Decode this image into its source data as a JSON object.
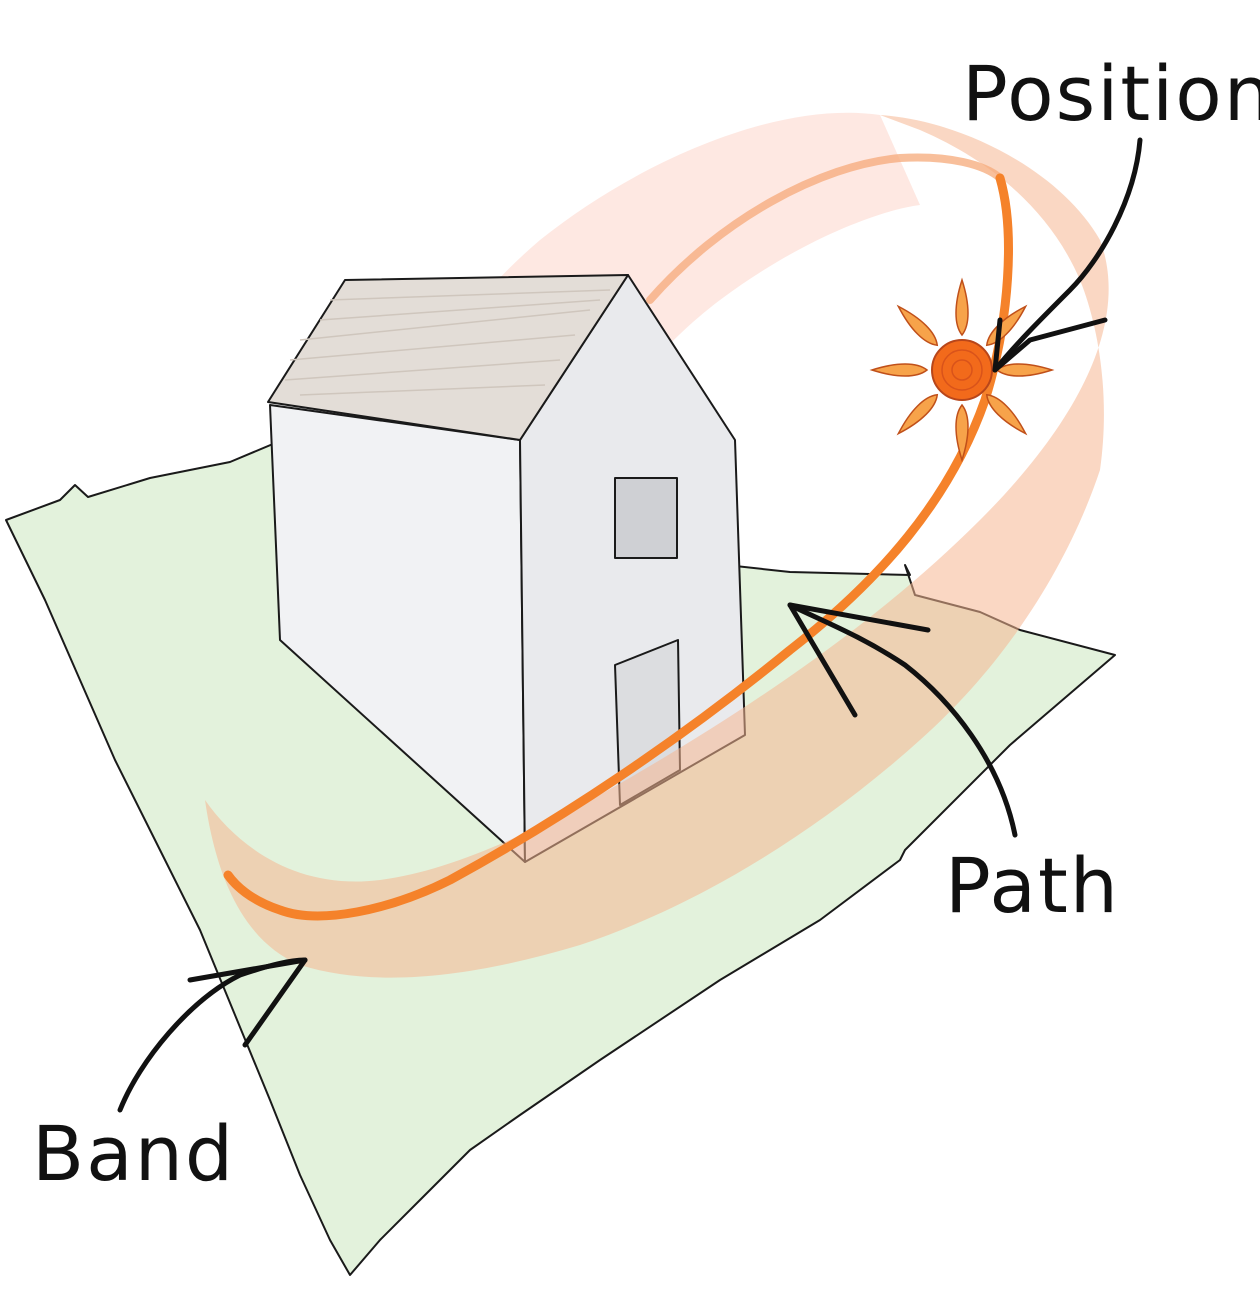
{
  "labels": {
    "position": "Position",
    "path": "Path",
    "band": "Band"
  },
  "colors": {
    "ground": "#e3f2dc",
    "band_far": "#fde0d8",
    "band_near": "#f7c9a9",
    "path": "#f5822a",
    "sun_core": "#f26a1b",
    "sun_ray": "#f7a34a",
    "house_wall": "#eeeff1",
    "house_roof": "#e6e1dc",
    "ink": "#111111"
  },
  "icons": {
    "sun": "sun-icon",
    "house": "house-icon"
  }
}
